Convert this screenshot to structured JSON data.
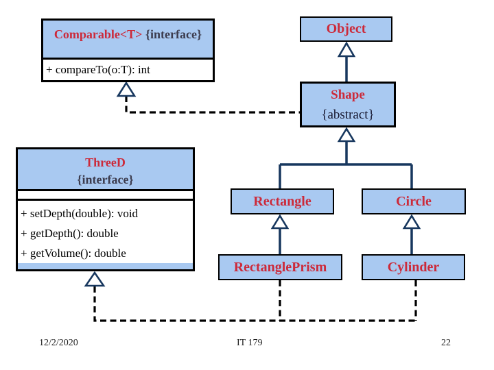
{
  "slide": {
    "background": "#ffffff",
    "colors": {
      "box_fill": "#A9C9F1",
      "box_border": "#000000",
      "class_name_red": "#CC2A3A",
      "stereotype_gray": "#3C3C4E",
      "abstract_dark": "#16162E",
      "connector_navy": "#17375E",
      "dashed_black": "#000000",
      "method_text": "#000000"
    }
  },
  "classes": {
    "comparable": {
      "name": "Comparable<T>",
      "stereotype": "{interface}",
      "methods": [
        "+ compareTo(o:T): int"
      ]
    },
    "object": {
      "name": "Object"
    },
    "shape": {
      "name": "Shape",
      "stereotype": "{abstract}"
    },
    "threed": {
      "name": "ThreeD",
      "stereotype": "{interface}",
      "methods": [
        "+ setDepth(double): void",
        "+ getDepth(): double",
        "+ getVolume(): double"
      ]
    },
    "rectangle": {
      "name": "Rectangle"
    },
    "circle": {
      "name": "Circle"
    },
    "rectangle_prism": {
      "name": "RectanglePrism"
    },
    "cylinder": {
      "name": "Cylinder"
    }
  },
  "relationships": [
    {
      "from": "Shape",
      "to": "Object",
      "type": "inheritance (solid, hollow triangle)"
    },
    {
      "from": "Shape",
      "to": "Comparable<T>",
      "type": "realization (dashed, hollow triangle)"
    },
    {
      "from": "Rectangle",
      "to": "Shape",
      "type": "inheritance (solid, hollow triangle)"
    },
    {
      "from": "Circle",
      "to": "Shape",
      "type": "inheritance (solid, hollow triangle)"
    },
    {
      "from": "RectanglePrism",
      "to": "Rectangle",
      "type": "inheritance (solid, hollow triangle)"
    },
    {
      "from": "Cylinder",
      "to": "Circle",
      "type": "inheritance (solid, hollow triangle)"
    },
    {
      "from": "RectanglePrism",
      "to": "ThreeD",
      "type": "realization (dashed, hollow triangle)"
    },
    {
      "from": "Cylinder",
      "to": "ThreeD",
      "type": "realization (dashed, hollow triangle)"
    }
  ],
  "footer": {
    "date": "12/2/2020",
    "course": "IT 179",
    "page_number": "22"
  }
}
